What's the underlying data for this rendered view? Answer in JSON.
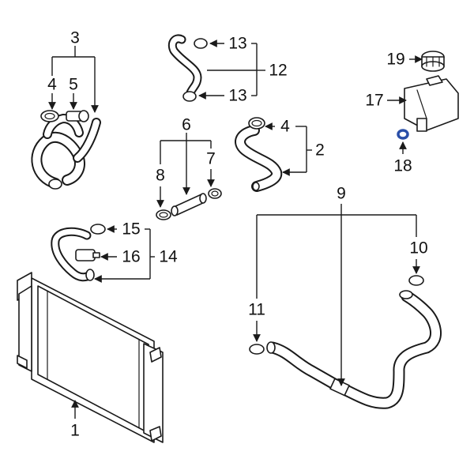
{
  "diagram": {
    "callouts": [
      {
        "id": "c1",
        "label": "1"
      },
      {
        "id": "c2",
        "label": "2"
      },
      {
        "id": "c3",
        "label": "3"
      },
      {
        "id": "c4a",
        "label": "4"
      },
      {
        "id": "c4b",
        "label": "4"
      },
      {
        "id": "c5",
        "label": "5"
      },
      {
        "id": "c6",
        "label": "6"
      },
      {
        "id": "c7",
        "label": "7"
      },
      {
        "id": "c8",
        "label": "8"
      },
      {
        "id": "c9",
        "label": "9"
      },
      {
        "id": "c10",
        "label": "10"
      },
      {
        "id": "c11",
        "label": "11"
      },
      {
        "id": "c12",
        "label": "12"
      },
      {
        "id": "c13a",
        "label": "13"
      },
      {
        "id": "c13b",
        "label": "13"
      },
      {
        "id": "c14",
        "label": "14"
      },
      {
        "id": "c15",
        "label": "15"
      },
      {
        "id": "c16",
        "label": "16"
      },
      {
        "id": "c17",
        "label": "17"
      },
      {
        "id": "c18",
        "label": "18"
      },
      {
        "id": "c19",
        "label": "19"
      }
    ],
    "highlight_color": "#2a4fa8",
    "line_color": "#1a1a1a"
  }
}
